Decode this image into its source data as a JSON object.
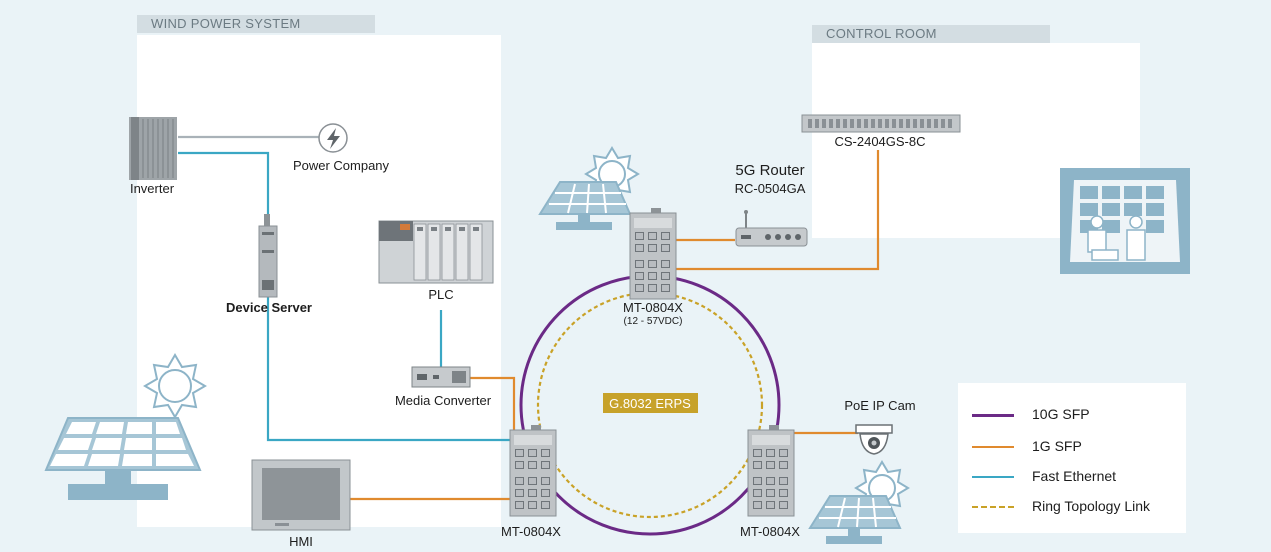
{
  "sections": {
    "wind_power": "WIND POWER SYSTEM",
    "control_room": "CONTROL ROOM"
  },
  "devices": {
    "inverter": "Inverter",
    "power_company": "Power Company",
    "device_server": "Device Server",
    "plc": "PLC",
    "media_converter": "Media Converter",
    "hmi": "HMI",
    "switch_top": "MT-0804X",
    "switch_top_power": "(12 - 57VDC)",
    "switch_left": "MT-0804X",
    "switch_right": "MT-0804X",
    "router_name": "5G Router",
    "router_model": "RC-0504GA",
    "core_switch": "CS-2404GS-8C",
    "camera": "PoE IP Cam"
  },
  "ring_label": "G.8032 ERPS",
  "legend": [
    {
      "label": "10G SFP",
      "color": "#6b2a86",
      "style": "solid"
    },
    {
      "label": "1G SFP",
      "color": "#e08a2e",
      "style": "solid"
    },
    {
      "label": "Fast Ethernet",
      "color": "#3aa7c4",
      "style": "solid"
    },
    {
      "label": "Ring Topology Link",
      "color": "#c9a227",
      "style": "dashed"
    }
  ],
  "icons": [
    "inverter-icon",
    "lightning-icon",
    "plc-icon",
    "device-server-icon",
    "media-converter-icon",
    "hmi-icon",
    "solar-panel-icon",
    "sun-icon",
    "router-icon",
    "core-switch-icon",
    "ip-camera-icon",
    "control-room-operator-icon",
    "industrial-switch-icon"
  ],
  "colors": {
    "background": "#eaf3f7",
    "panel": "#ffffff",
    "tab": "#d3dde2",
    "tenG": "#6b2a86",
    "oneG": "#e08a2e",
    "fastEth": "#3aa7c4",
    "ring": "#c9a227",
    "ring_label_bg": "#c7a22a",
    "icon_blue": "#8db4c8"
  }
}
